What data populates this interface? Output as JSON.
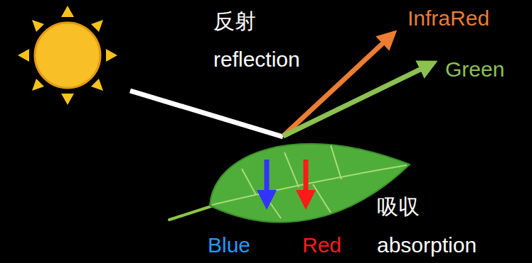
{
  "diagram": {
    "labels": [
      "反射",
      "reflection",
      "InfraRed",
      "Green",
      "吸収",
      "absorption",
      "Blue",
      "Red"
    ]
  }
}
